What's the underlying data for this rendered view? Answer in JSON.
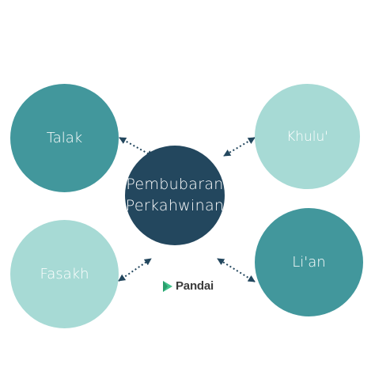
{
  "diagram": {
    "center": {
      "lines": [
        "Pembubaran",
        "Perkahwinan"
      ],
      "color": "#23475e"
    },
    "nodes": {
      "top_left": {
        "label": "Talak",
        "color": "#42979c"
      },
      "top_right": {
        "label": "Khulu'",
        "color": "#a7dad5"
      },
      "bottom_left": {
        "label": "Fasakh",
        "color": "#a7dad5"
      },
      "bottom_right": {
        "label": "Li'an",
        "color": "#42979c"
      }
    },
    "connector_color": "#23475e"
  },
  "logo": {
    "text": "Pandai",
    "accent": "#3fc28a"
  }
}
